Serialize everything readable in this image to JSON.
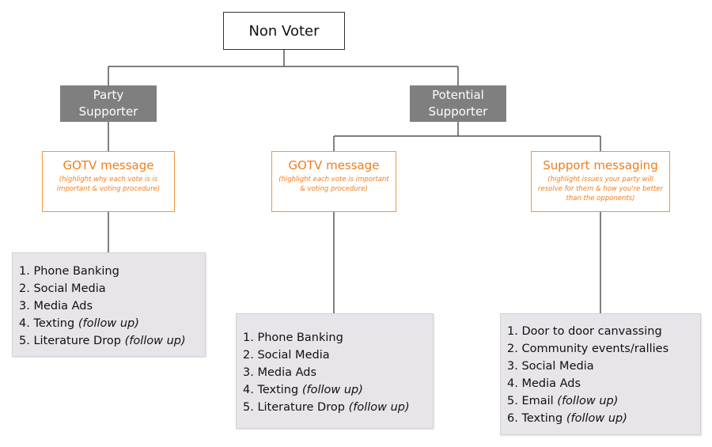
{
  "root": {
    "label": "Non Voter"
  },
  "categories": {
    "party": {
      "line1": "Party",
      "line2": "Supporter"
    },
    "potential": {
      "line1": "Potential",
      "line2": "Supporter"
    }
  },
  "messages": {
    "party_gotv": {
      "title": "GOTV message",
      "note": "(highlight why each vote is is important & voting procedure)"
    },
    "potential_gotv": {
      "title": "GOTV message",
      "note": "(highlight each vote is important & voting procedure)"
    },
    "potential_support": {
      "title": "Support messaging",
      "note": "(highlight issues your party will resolve for them & how you're better than the opponents)"
    }
  },
  "lists": {
    "party_gotv": [
      {
        "num": "1.",
        "text": "Phone Banking",
        "note": ""
      },
      {
        "num": "2.",
        "text": "Social Media",
        "note": ""
      },
      {
        "num": "3.",
        "text": "Media Ads",
        "note": ""
      },
      {
        "num": "4.",
        "text": "Texting",
        "note": "(follow up)"
      },
      {
        "num": "5.",
        "text": "Literature Drop",
        "note": "(follow up)"
      }
    ],
    "potential_gotv": [
      {
        "num": "1.",
        "text": "Phone Banking",
        "note": ""
      },
      {
        "num": "2.",
        "text": "Social Media",
        "note": ""
      },
      {
        "num": "3.",
        "text": "Media Ads",
        "note": ""
      },
      {
        "num": "4.",
        "text": "Texting",
        "note": "(follow up)"
      },
      {
        "num": "5.",
        "text": "Literature Drop",
        "note": "(follow up)"
      }
    ],
    "potential_support": [
      {
        "num": "1.",
        "text": "Door to door canvassing",
        "note": ""
      },
      {
        "num": "2.",
        "text": "Community events/rallies",
        "note": ""
      },
      {
        "num": "3.",
        "text": "Social Media",
        "note": ""
      },
      {
        "num": "4.",
        "text": "Media Ads",
        "note": ""
      },
      {
        "num": "5.",
        "text": "Email",
        "note": "(follow up)"
      },
      {
        "num": "6.",
        "text": "Texting",
        "note": "(follow up)"
      }
    ]
  },
  "colors": {
    "accent": "#f07e1d",
    "category_fill": "#7f7f7f",
    "list_fill": "#e7e5ea",
    "connector": "#555555"
  }
}
